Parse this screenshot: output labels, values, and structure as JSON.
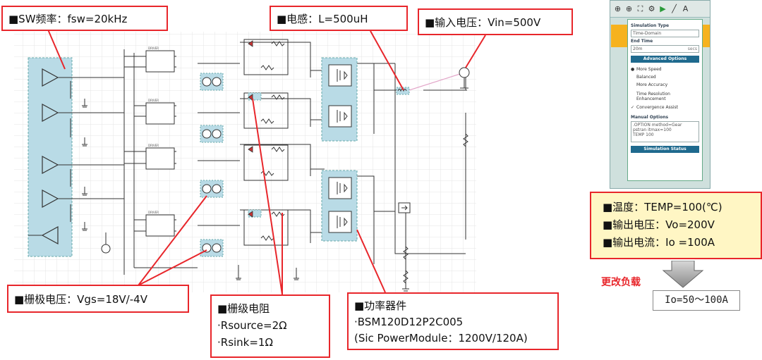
{
  "callouts": {
    "sw_freq": "■SW频率：fsw=20kHz",
    "inductor": "■电感：L=500uH",
    "input_voltage": "■输入电压：Vin=500V",
    "gate_voltage": "■栅极电压：Vgs=18V/-4V",
    "gate_resistor": {
      "title": "■栅级电阻",
      "line1": "·Rsource=2Ω",
      "line2": "·Rsink=1Ω"
    },
    "power_device": {
      "title": "■功率器件",
      "line1": "·BSM120D12P2C005",
      "line2": "(Sic PowerModule：1200V/120A)"
    }
  },
  "simulation_panel": {
    "toolbar_icons": [
      "zoom-in-icon",
      "zoom-fit-icon",
      "fullscreen-icon",
      "settings-gear-icon",
      "run-play-icon",
      "pen-icon",
      "text-icon"
    ],
    "simulation_type_label": "Simulation Type",
    "simulation_type_value": "Time-Domain",
    "end_time_label": "End Time",
    "end_time_value": "20m",
    "end_time_unit": "secs",
    "advanced_options_button": "Advanced Options",
    "options": [
      {
        "label": "More Speed",
        "selected": true
      },
      {
        "label": "Balanced",
        "selected": false
      },
      {
        "label": "More Accuracy",
        "selected": false
      }
    ],
    "time_resolution_label": "Time Resolution Enhancement",
    "convergence_label": "Convergence Assist",
    "convergence_checked": true,
    "manual_options_label": "Manual Options",
    "manual_options_text": [
      ".OPTION method=Gear",
      "pstran itmax=100",
      "TEMP 100"
    ],
    "simulation_status_button": "Simulation Status"
  },
  "conditions": {
    "temperature": "■温度：TEMP=100(℃)",
    "output_voltage": "■输出电压：Vo=200V",
    "output_current": "■输出电流：Io =100A"
  },
  "change_load": "更改负载",
  "io_range": "Io=50～100A",
  "colors": {
    "callout_border": "#e8262b",
    "highlight_fill": "#b9dbe6",
    "conditions_fill": "#fff6c4",
    "leader_line": "#e8262b"
  }
}
